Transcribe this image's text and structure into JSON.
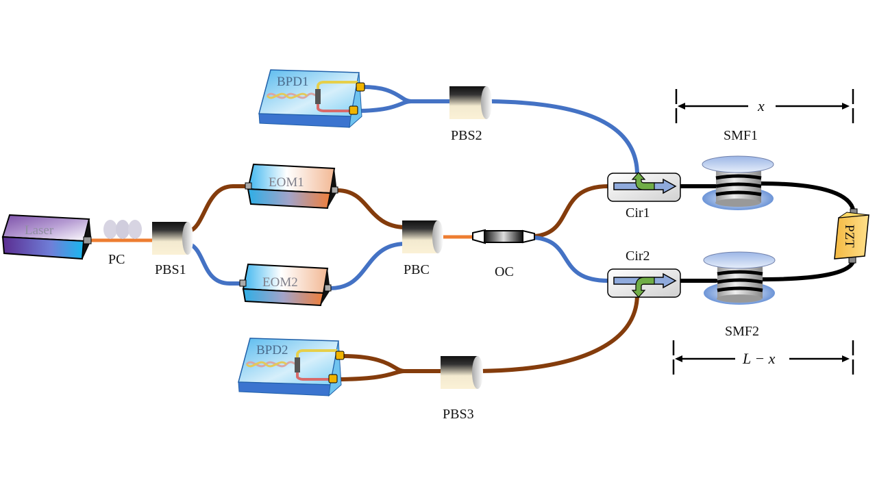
{
  "diagram": {
    "title": "Optical fiber setup schematic",
    "colors": {
      "fiber_orange": "#ed7d31",
      "fiber_brown": "#843c0c",
      "fiber_blue": "#4472c4",
      "fiber_black": "#000000",
      "connector_gold": "#f0b400",
      "circulator_arrow": "#8faadc",
      "circulator_turn": "#70ad47",
      "pzt_yellow": "#ffd966"
    },
    "devices": {
      "laser": "Laser",
      "eom1": "EOM1",
      "eom2": "EOM2",
      "bpd1": "BPD1",
      "bpd2": "BPD2",
      "pzt": "PZT"
    },
    "labels": {
      "pc": "PC",
      "pbs1": "PBS1",
      "pbs2": "PBS2",
      "pbs3": "PBS3",
      "pbc": "PBC",
      "oc": "OC",
      "cir1": "Cir1",
      "cir2": "Cir2",
      "smf1": "SMF1",
      "smf2": "SMF2"
    },
    "dimensions": {
      "top": "x",
      "bottom": "L − x"
    }
  }
}
